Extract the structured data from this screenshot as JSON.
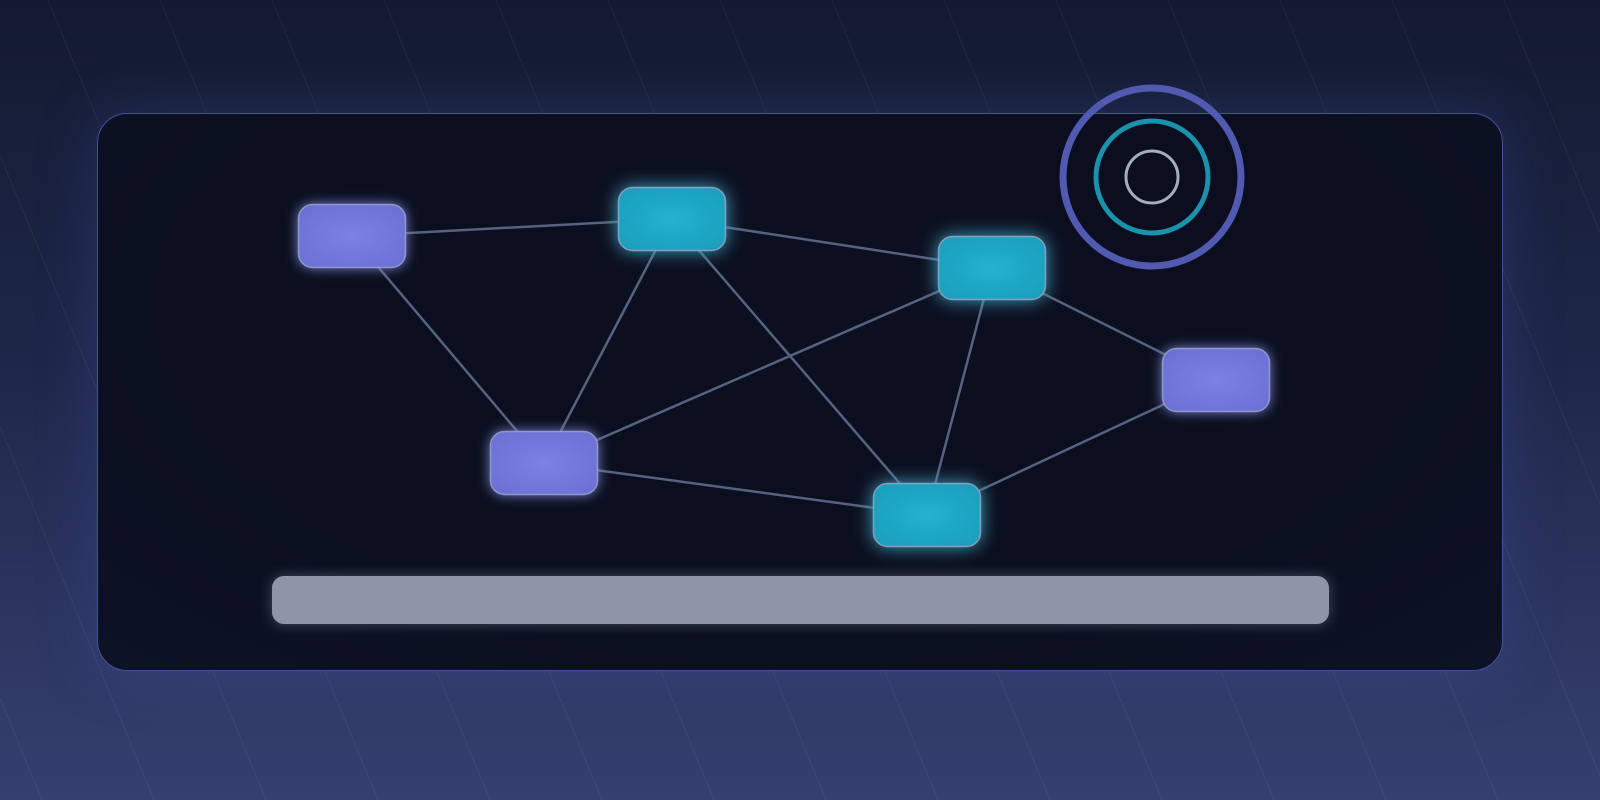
{
  "colors": {
    "background_top": "#131a30",
    "background_bottom": "#36406f",
    "card_border": "#45509a",
    "node_primary": "#7679de",
    "node_accent": "#1fa9c6",
    "node_border": "#9ea6c9",
    "edge": "#56627f",
    "target_outer": "#5159b0",
    "target_middle": "#1b92ac",
    "target_inner": "#a7acb9",
    "caption_bar": "#8f95a8"
  },
  "diagram": {
    "nodes": [
      {
        "id": "n1",
        "style": "primary"
      },
      {
        "id": "n2",
        "style": "accent"
      },
      {
        "id": "n3",
        "style": "accent"
      },
      {
        "id": "n4",
        "style": "primary"
      },
      {
        "id": "n5",
        "style": "primary"
      },
      {
        "id": "n6",
        "style": "accent"
      }
    ],
    "edges": [
      [
        "n1",
        "n2"
      ],
      [
        "n2",
        "n3"
      ],
      [
        "n1",
        "n5"
      ],
      [
        "n2",
        "n5"
      ],
      [
        "n2",
        "n6"
      ],
      [
        "n3",
        "n5"
      ],
      [
        "n3",
        "n6"
      ],
      [
        "n3",
        "n4"
      ],
      [
        "n5",
        "n6"
      ],
      [
        "n6",
        "n4"
      ]
    ]
  },
  "target_icon": "target-icon",
  "caption": ""
}
